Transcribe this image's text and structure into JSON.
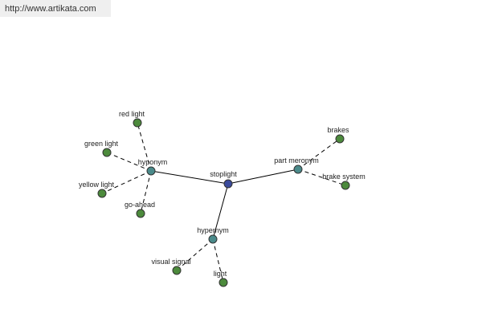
{
  "header": {
    "url": "http://www.artikata.com"
  },
  "colors": {
    "central": "#3b4b9c",
    "category": "#4a8a8a",
    "leaf": "#4c8a3c",
    "edge": "#000000",
    "url_bg": "#efefef"
  },
  "graph": {
    "nodes": [
      {
        "id": "stoplight",
        "label": "stoplight",
        "kind": "central"
      },
      {
        "id": "hyponym",
        "label": "hyponym",
        "kind": "category"
      },
      {
        "id": "part-meronym",
        "label": "part meronym",
        "kind": "category"
      },
      {
        "id": "hypernym",
        "label": "hypernym",
        "kind": "category"
      },
      {
        "id": "red-light",
        "label": "red light",
        "kind": "leaf"
      },
      {
        "id": "green-light",
        "label": "green light",
        "kind": "leaf"
      },
      {
        "id": "yellow-light",
        "label": "yellow light",
        "kind": "leaf"
      },
      {
        "id": "go-ahead",
        "label": "go-ahead",
        "kind": "leaf"
      },
      {
        "id": "brakes",
        "label": "brakes",
        "kind": "leaf"
      },
      {
        "id": "brake-system",
        "label": "brake system",
        "kind": "leaf"
      },
      {
        "id": "visual-signal",
        "label": "visual signal",
        "kind": "leaf"
      },
      {
        "id": "light",
        "label": "light",
        "kind": "leaf"
      }
    ],
    "edges": [
      {
        "from": "stoplight",
        "to": "hyponym",
        "style": "solid"
      },
      {
        "from": "stoplight",
        "to": "part-meronym",
        "style": "solid"
      },
      {
        "from": "stoplight",
        "to": "hypernym",
        "style": "solid"
      },
      {
        "from": "hyponym",
        "to": "red-light",
        "style": "dashed"
      },
      {
        "from": "hyponym",
        "to": "green-light",
        "style": "dashed"
      },
      {
        "from": "hyponym",
        "to": "yellow-light",
        "style": "dashed"
      },
      {
        "from": "hyponym",
        "to": "go-ahead",
        "style": "dashed"
      },
      {
        "from": "part-meronym",
        "to": "brakes",
        "style": "dashed"
      },
      {
        "from": "part-meronym",
        "to": "brake-system",
        "style": "dashed"
      },
      {
        "from": "hypernym",
        "to": "visual-signal",
        "style": "dashed"
      },
      {
        "from": "hypernym",
        "to": "light",
        "style": "dashed"
      }
    ]
  }
}
